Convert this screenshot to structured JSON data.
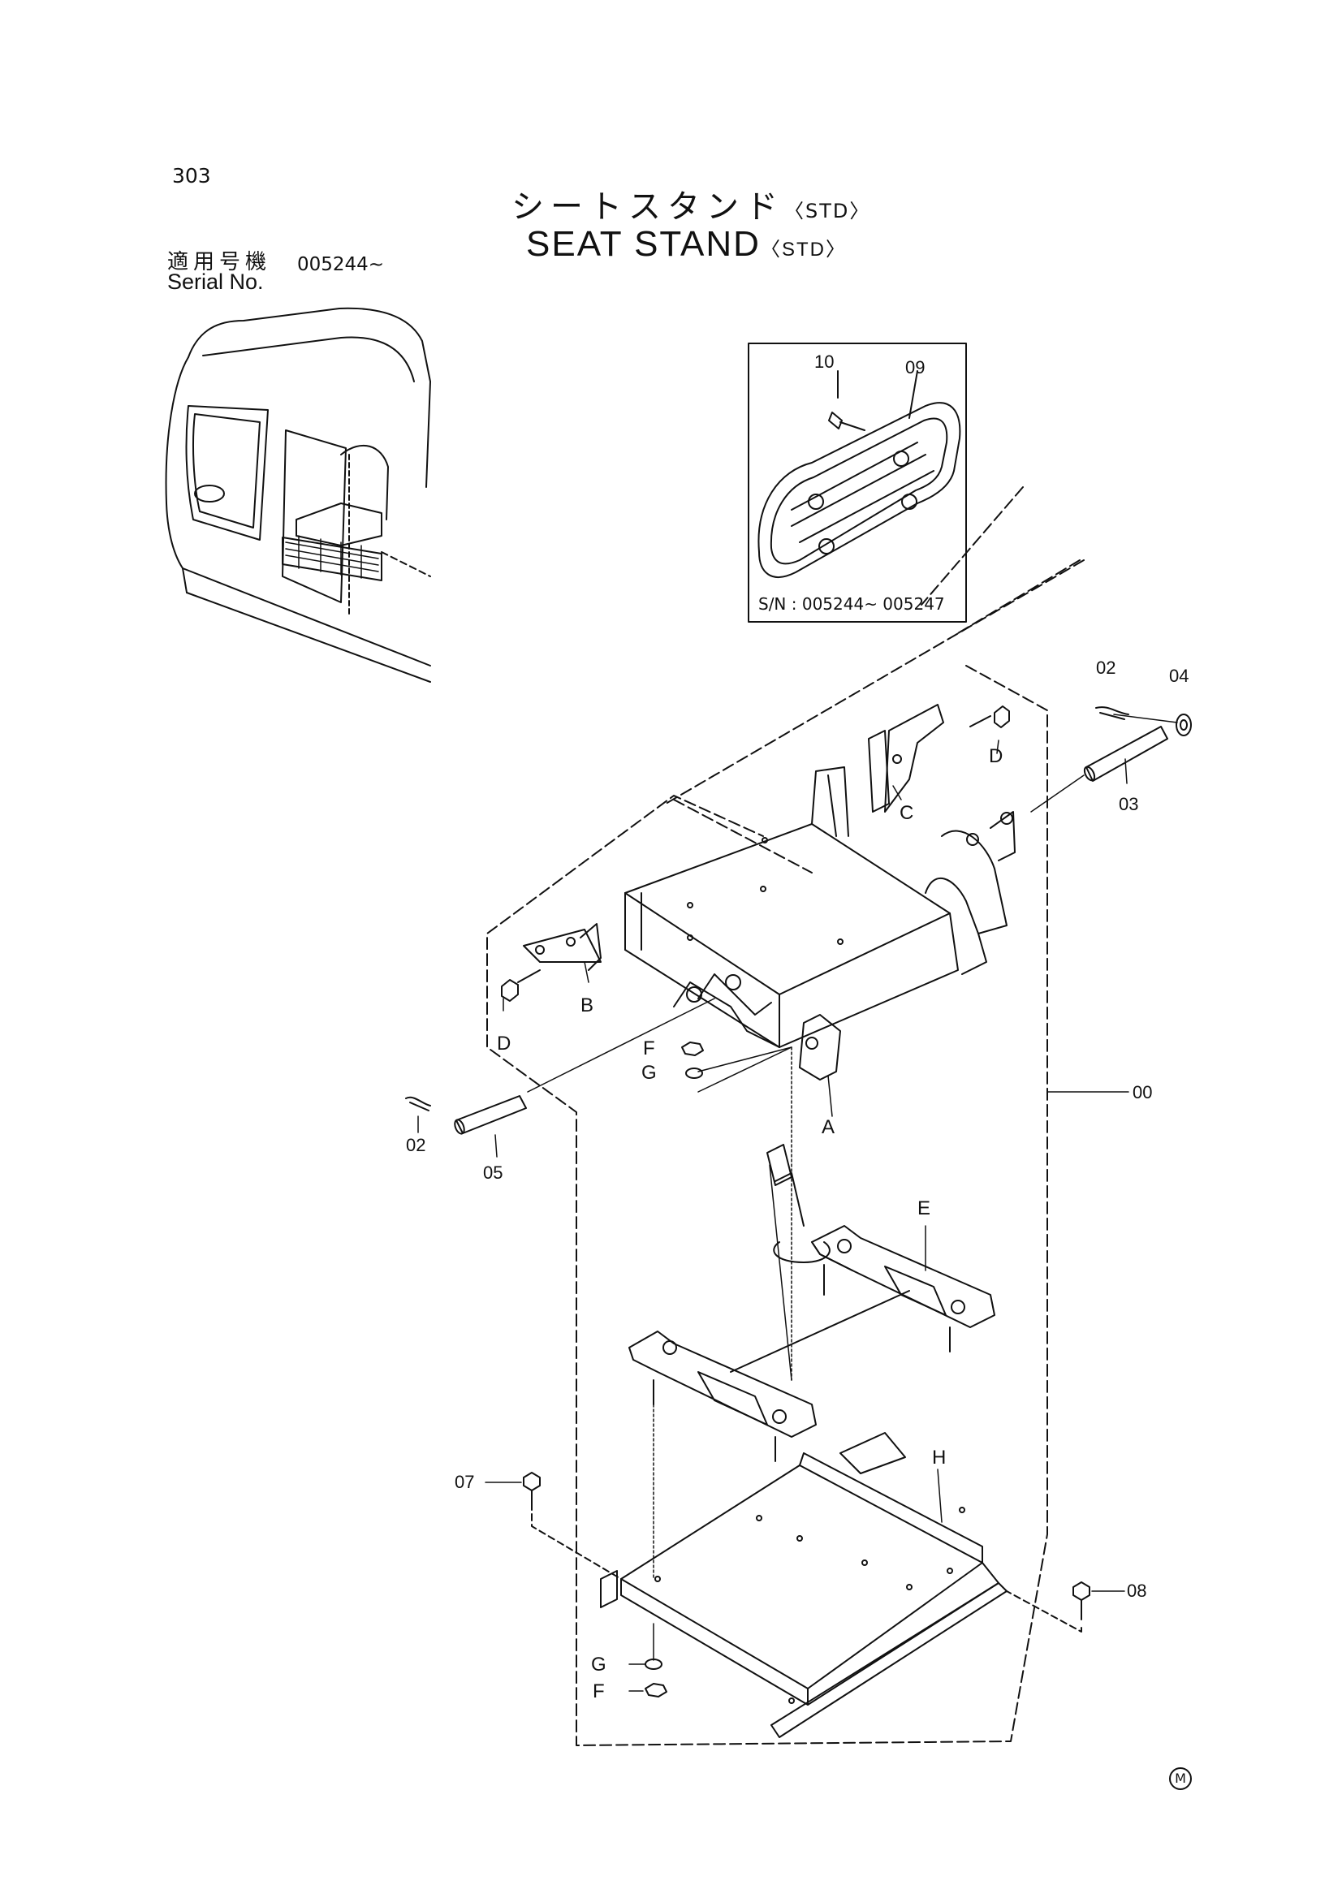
{
  "page_number": "303",
  "title": {
    "japanese": "シートスタンド",
    "english": "SEAT STAND",
    "variant": "〈STD〉"
  },
  "serial": {
    "label_japanese": "適用号機",
    "label_english": "Serial No.",
    "range": "005244~"
  },
  "inset": {
    "serial_note": "S/N : 005244~ 005247",
    "part_labels": [
      "10",
      "09"
    ]
  },
  "part_labels": {
    "p00": "00",
    "p02a": "02",
    "p02b": "02",
    "p03": "03",
    "p04": "04",
    "p05": "05",
    "p07": "07",
    "p08": "08"
  },
  "letter_labels": {
    "A": "A",
    "B": "B",
    "C": "C",
    "D1": "D",
    "D2": "D",
    "E": "E",
    "F1": "F",
    "F2": "F",
    "G1": "G",
    "G2": "G",
    "H": "H"
  },
  "mark": "M"
}
